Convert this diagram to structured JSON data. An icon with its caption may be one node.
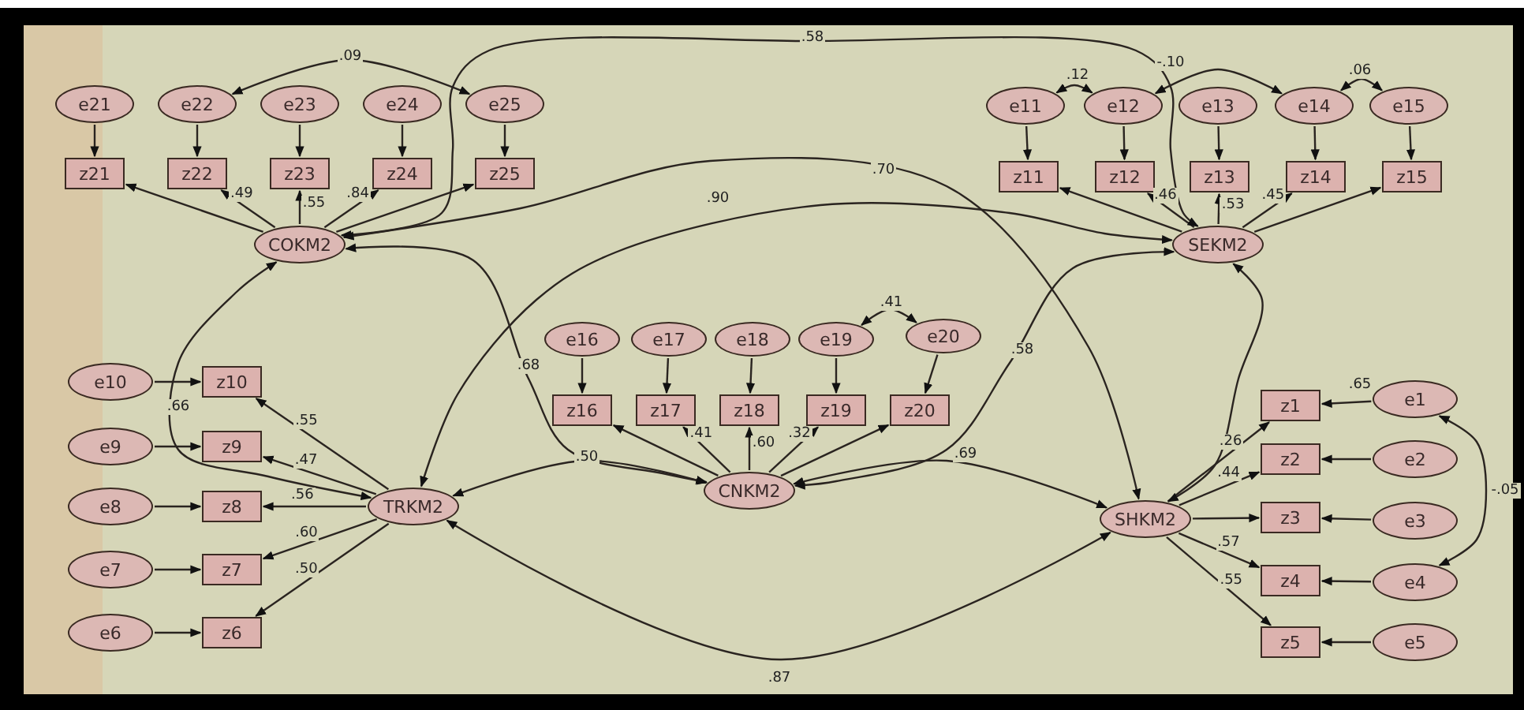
{
  "diagram": {
    "nodes": [
      {
        "text": [
          "e21"
        ]
      },
      {
        "text": [
          "e22"
        ]
      },
      {
        "text": [
          "e23"
        ]
      },
      {
        "text": [
          "e24"
        ]
      },
      {
        "text": [
          "e25"
        ]
      },
      {
        "text": [
          "z21"
        ]
      },
      {
        "text": [
          "z22"
        ]
      },
      {
        "text": [
          "z23"
        ]
      },
      {
        "text": [
          "z24"
        ]
      },
      {
        "text": [
          "z25"
        ]
      },
      {
        "text": [
          "COKM2"
        ]
      },
      {
        "text": [
          "e11"
        ]
      },
      {
        "text": [
          "e12"
        ]
      },
      {
        "text": [
          "e13"
        ]
      },
      {
        "text": [
          "e14"
        ]
      },
      {
        "text": [
          "e15"
        ]
      },
      {
        "text": [
          "z11"
        ]
      },
      {
        "text": [
          "z12"
        ]
      },
      {
        "text": [
          "z13"
        ]
      },
      {
        "text": [
          "z14"
        ]
      },
      {
        "text": [
          "z15"
        ]
      },
      {
        "text": [
          "SEKM2"
        ]
      },
      {
        "text": [
          "e16"
        ]
      },
      {
        "text": [
          "e17"
        ]
      },
      {
        "text": [
          "e18"
        ]
      },
      {
        "text": [
          "e19"
        ]
      },
      {
        "text": [
          "e20"
        ]
      },
      {
        "text": [
          "z16"
        ]
      },
      {
        "text": [
          "z17"
        ]
      },
      {
        "text": [
          "z18"
        ]
      },
      {
        "text": [
          "z19"
        ]
      },
      {
        "text": [
          "z20"
        ]
      },
      {
        "text": [
          "CNKM2"
        ]
      },
      {
        "text": [
          "e10"
        ]
      },
      {
        "text": [
          "e9"
        ]
      },
      {
        "text": [
          "e8"
        ]
      },
      {
        "text": [
          "e7"
        ]
      },
      {
        "text": [
          "e6"
        ]
      },
      {
        "text": [
          "z10"
        ]
      },
      {
        "text": [
          "z9"
        ]
      },
      {
        "text": [
          "z8"
        ]
      },
      {
        "text": [
          "z7"
        ]
      },
      {
        "text": [
          "z6"
        ]
      },
      {
        "text": [
          "TRKM2"
        ]
      },
      {
        "text": [
          "z1"
        ]
      },
      {
        "text": [
          "z2"
        ]
      },
      {
        "text": [
          "z3"
        ]
      },
      {
        "text": [
          "z4"
        ]
      },
      {
        "text": [
          "z5"
        ]
      },
      {
        "text": [
          "e1"
        ]
      },
      {
        "text": [
          "e2"
        ]
      },
      {
        "text": [
          "e3"
        ]
      },
      {
        "text": [
          "e4"
        ]
      },
      {
        "text": [
          "e5"
        ]
      },
      {
        "text": [
          "SHKM2"
        ]
      }
    ],
    "edges": [
      {
        "from": 0,
        "to": 5,
        "arrow": "to"
      },
      {
        "from": 1,
        "to": 6,
        "arrow": "to"
      },
      {
        "from": 2,
        "to": 7,
        "arrow": "to"
      },
      {
        "from": 3,
        "to": 8,
        "arrow": "to"
      },
      {
        "from": 4,
        "to": 9,
        "arrow": "to"
      },
      {
        "from": 11,
        "to": 16,
        "arrow": "to"
      },
      {
        "from": 12,
        "to": 17,
        "arrow": "to"
      },
      {
        "from": 13,
        "to": 18,
        "arrow": "to"
      },
      {
        "from": 14,
        "to": 19,
        "arrow": "to"
      },
      {
        "from": 15,
        "to": 20,
        "arrow": "to"
      },
      {
        "from": 22,
        "to": 27,
        "arrow": "to"
      },
      {
        "from": 23,
        "to": 28,
        "arrow": "to"
      },
      {
        "from": 24,
        "to": 29,
        "arrow": "to"
      },
      {
        "from": 25,
        "to": 30,
        "arrow": "to"
      },
      {
        "from": 26,
        "to": 31,
        "arrow": "to"
      },
      {
        "from": 33,
        "to": 38,
        "arrow": "to"
      },
      {
        "from": 34,
        "to": 39,
        "arrow": "to"
      },
      {
        "from": 35,
        "to": 40,
        "arrow": "to"
      },
      {
        "from": 36,
        "to": 41,
        "arrow": "to"
      },
      {
        "from": 37,
        "to": 42,
        "arrow": "to"
      },
      {
        "from": 49,
        "to": 44,
        "arrow": "to"
      },
      {
        "from": 50,
        "to": 45,
        "arrow": "to"
      },
      {
        "from": 51,
        "to": 46,
        "arrow": "to"
      },
      {
        "from": 52,
        "to": 47,
        "arrow": "to"
      },
      {
        "from": 53,
        "to": 48,
        "arrow": "to"
      },
      {
        "from": 10,
        "to": 5,
        "arrow": "to"
      },
      {
        "from": 10,
        "to": 6,
        "arrow": "to",
        "label": ".49"
      },
      {
        "from": 10,
        "to": 7,
        "arrow": "to",
        "label": ".55"
      },
      {
        "from": 10,
        "to": 8,
        "arrow": "to",
        "label": ".84"
      },
      {
        "from": 10,
        "to": 9,
        "arrow": "to"
      },
      {
        "from": 21,
        "to": 16,
        "arrow": "to"
      },
      {
        "from": 21,
        "to": 17,
        "arrow": "to",
        "label": ".46"
      },
      {
        "from": 21,
        "to": 18,
        "arrow": "to",
        "label": ".53"
      },
      {
        "from": 21,
        "to": 19,
        "arrow": "to",
        "label": ".45"
      },
      {
        "from": 21,
        "to": 20,
        "arrow": "to"
      },
      {
        "from": 32,
        "to": 27,
        "arrow": "to"
      },
      {
        "from": 32,
        "to": 28,
        "arrow": "to",
        "label": ".41"
      },
      {
        "from": 32,
        "to": 29,
        "arrow": "to",
        "label": ".60"
      },
      {
        "from": 32,
        "to": 30,
        "arrow": "to",
        "label": ".32"
      },
      {
        "from": 32,
        "to": 31,
        "arrow": "to"
      },
      {
        "from": 43,
        "to": 38,
        "arrow": "to",
        "label": ".55"
      },
      {
        "from": 43,
        "to": 39,
        "arrow": "to",
        "label": ".47"
      },
      {
        "from": 43,
        "to": 40,
        "arrow": "to",
        "label": ".56"
      },
      {
        "from": 43,
        "to": 41,
        "arrow": "to",
        "label": ".60"
      },
      {
        "from": 43,
        "to": 42,
        "arrow": "to",
        "label": ".50"
      },
      {
        "from": 54,
        "to": 44,
        "arrow": "to",
        "label": ".26"
      },
      {
        "from": 54,
        "to": 45,
        "arrow": "to",
        "label": ".44"
      },
      {
        "from": 54,
        "to": 46,
        "arrow": "to"
      },
      {
        "from": 54,
        "to": 47,
        "arrow": "to",
        "label": ".57"
      },
      {
        "from": 54,
        "to": 48,
        "arrow": "to",
        "label": ".55"
      },
      {
        "from": 1,
        "to": 4,
        "arrow": "both",
        "label": ".09"
      },
      {
        "from": 11,
        "to": 12,
        "arrow": "both",
        "label": ".12"
      },
      {
        "from": 12,
        "to": 14,
        "arrow": "both",
        "label": "-.10"
      },
      {
        "from": 14,
        "to": 15,
        "arrow": "both",
        "label": ".06"
      },
      {
        "from": 25,
        "to": 26,
        "arrow": "both",
        "label": ".41"
      },
      {
        "from": 49,
        "to": 52,
        "arrow": "both",
        "label": "-.05"
      },
      {
        "from": 10,
        "to": 21,
        "arrow": "both",
        "label": ".58"
      },
      {
        "from": 43,
        "to": 21,
        "arrow": "both",
        "label": ".90"
      },
      {
        "from": 10,
        "to": 54,
        "arrow": "both",
        "label": ".70"
      },
      {
        "from": 10,
        "to": 32,
        "arrow": "both",
        "label": ".68"
      },
      {
        "from": 21,
        "to": 32,
        "arrow": "both",
        "label": ".58"
      },
      {
        "from": 10,
        "to": 43,
        "arrow": "both",
        "label": ".66"
      },
      {
        "from": 43,
        "to": 54,
        "arrow": "both",
        "label": ".87"
      },
      {
        "from": 21,
        "to": 54,
        "arrow": "both"
      },
      {
        "from": 43,
        "to": 32,
        "arrow": "both",
        "label": ".50"
      },
      {
        "from": 32,
        "to": 54,
        "arrow": "both",
        "label": ".69"
      }
    ],
    "labels": [
      ".65"
    ]
  }
}
